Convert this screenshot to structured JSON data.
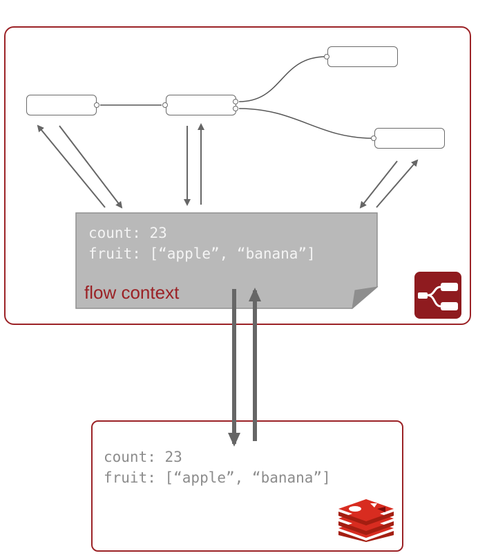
{
  "flow_context": {
    "label": "flow context",
    "line1": "count: 23",
    "line2": "fruit: [“apple”, “banana”]"
  },
  "store": {
    "line1": "count: 23",
    "line2": "fruit: [“apple”, “banana”]"
  },
  "colors": {
    "accent": "#9b2226",
    "note": "#b9b9b9",
    "wire": "#666666"
  },
  "icons": {
    "flow_logo": "node-red-logo-icon",
    "store_logo": "redis-logo-icon"
  }
}
